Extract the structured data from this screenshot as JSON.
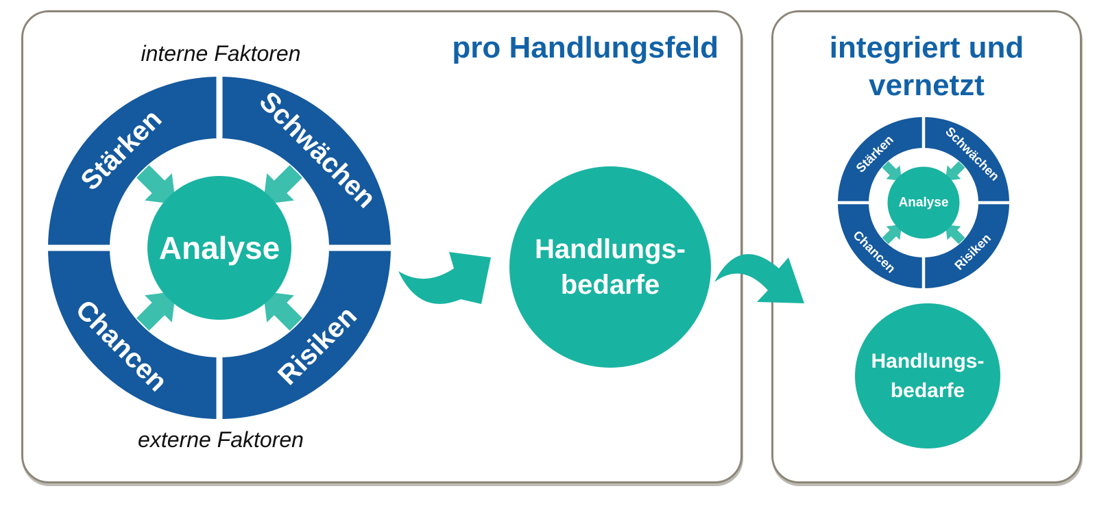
{
  "panels": {
    "left": {
      "title": "pro Handlungsfeld",
      "top_label": "interne Faktoren",
      "bottom_label": "externe Faktoren"
    },
    "right": {
      "title_line1": "integriert und",
      "title_line2": "vernetzt"
    }
  },
  "ring": {
    "top_left": "Stärken",
    "top_right": "Schwächen",
    "bottom_left": "Chancen",
    "bottom_right": "Risiken",
    "center": "Analyse"
  },
  "result_circle": {
    "line1": "Handlungs-",
    "line2": "bedarfe"
  },
  "colors": {
    "ring_blue": "#15599E",
    "title_blue": "#1262A7",
    "teal": "#19B3A1",
    "arrow_teal": "#3CBFAC",
    "panel_border": "#8C8678"
  }
}
